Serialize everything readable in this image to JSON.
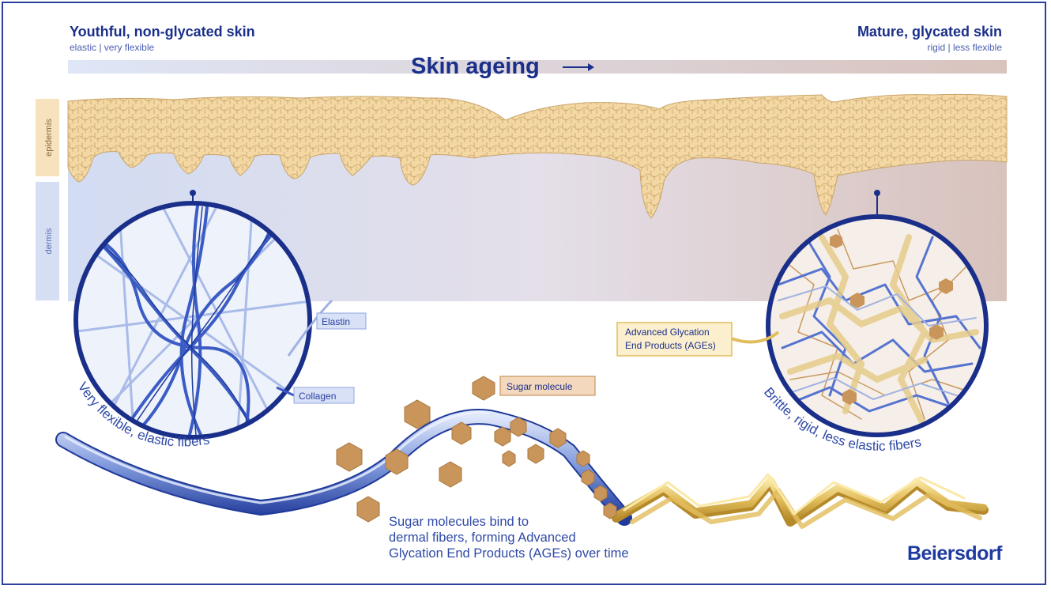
{
  "header": {
    "left_title": "Youthful, non-glycated skin",
    "left_subtitle": "elastic | very flexible",
    "right_title": "Mature, glycated skin",
    "right_subtitle": "rigid | less flexible",
    "ageing_label": "Skin ageing"
  },
  "layers": {
    "epidermis": "epidermis",
    "dermis": "dermis"
  },
  "labels": {
    "elastin": "Elastin",
    "collagen": "Collagen",
    "sugar_molecule": "Sugar molecule",
    "ages_line1": "Advanced Glycation",
    "ages_line2": "End Products (AGEs)"
  },
  "arcs": {
    "left": "Very flexible, elastic fibers",
    "right": "Brittle, rigid, less elastic fibers"
  },
  "caption": {
    "line1": "Sugar molecules bind to",
    "line2": "dermal fibers, forming Advanced",
    "line3": "Glycation End Products (AGEs) over time"
  },
  "brand": "Beiersdorf",
  "colors": {
    "navy": "#1a2f8a",
    "fiber_blue": "#6f8fd6",
    "epidermis": "#f0d29a",
    "sugar": "#c9955a",
    "ages_gold": "#e2bd5c"
  }
}
